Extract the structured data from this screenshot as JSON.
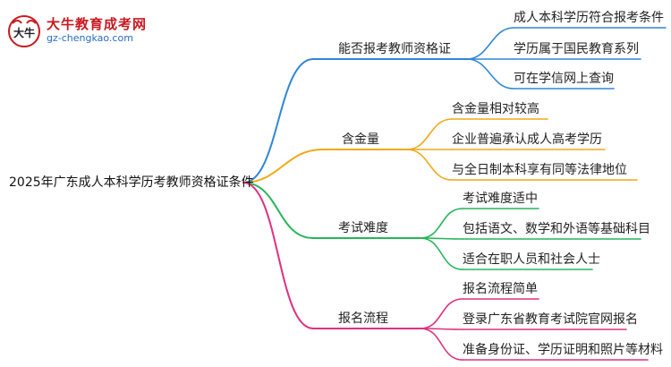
{
  "logo": {
    "badge_text": "大牛",
    "title": "大牛教育成考网",
    "url": "gz-chengkao.com"
  },
  "root": "2025年广东成人本科学历考教师资格证条件",
  "branches": [
    {
      "label": "能否报考教师资格证",
      "color": "#2f86d9",
      "children": [
        "成人本科学历符合报考条件",
        "学历属于国民教育系列",
        "可在学信网上查询"
      ]
    },
    {
      "label": "含金量",
      "color": "#f0a818",
      "children": [
        "含金量相对较高",
        "企业普遍承认成人高考学历",
        "与全日制本科享有同等法律地位"
      ]
    },
    {
      "label": "考试难度",
      "color": "#27b55a",
      "children": [
        "考试难度适中",
        "包括语文、数学和外语等基础科目",
        "适合在职人员和社会人士"
      ]
    },
    {
      "label": "报名流程",
      "color": "#e0307f",
      "children": [
        "报名流程简单",
        "登录广东省教育考试院官网报名",
        "准备身份证、学历证明和照片等材料"
      ]
    }
  ]
}
